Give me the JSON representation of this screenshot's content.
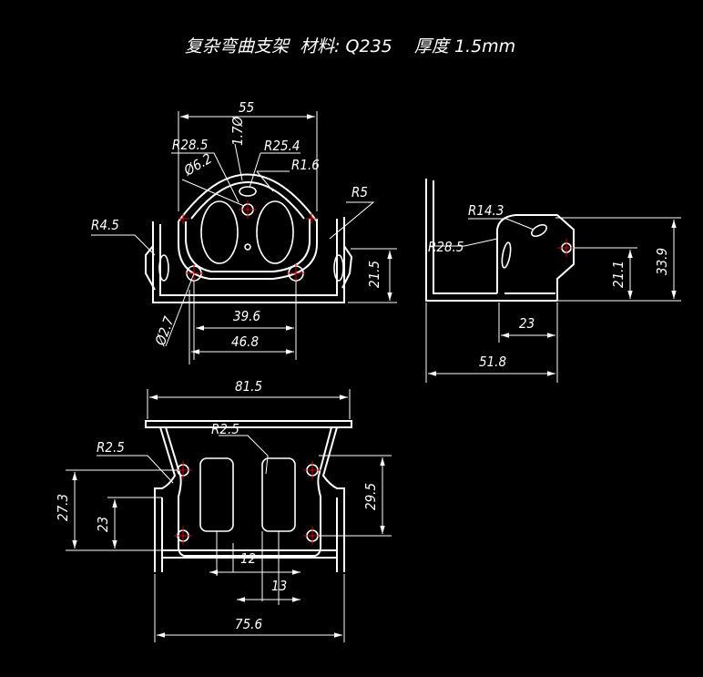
{
  "title": "复杂弯曲支架  材料: Q235    厚度 1.5mm",
  "colors": {
    "background": "#000000",
    "lines": "#ffffff",
    "centerlines": "#e00000"
  },
  "dimensions": {
    "top_width": "55",
    "r28_5": "R28.5",
    "r25_4": "R25.4",
    "dia6_2": "Ø6.2",
    "small_r": "1.7Ø",
    "r1_6": "R1.6",
    "r5": "R5",
    "r4_5": "R4.5",
    "h21_5": "21.5",
    "dia2_7": "Ø2.7",
    "w39_6": "39.6",
    "w46_8": "46.8",
    "side_r14_3": "R14.3",
    "side_r28_5": "R28.5",
    "side_h21_1": "21.1",
    "side_h33_9": "33.9",
    "side_w23": "23",
    "side_w51_8": "51.8",
    "bottom_w81_5": "81.5",
    "bottom_r2_5_left": "R2.5",
    "bottom_r2_5_top": "R2.5",
    "bottom_h27_3": "27.3",
    "bottom_h23": "23",
    "bottom_h29_5": "29.5",
    "bottom_w12": "12",
    "bottom_w13": "13",
    "bottom_w75_6": "75.6"
  }
}
